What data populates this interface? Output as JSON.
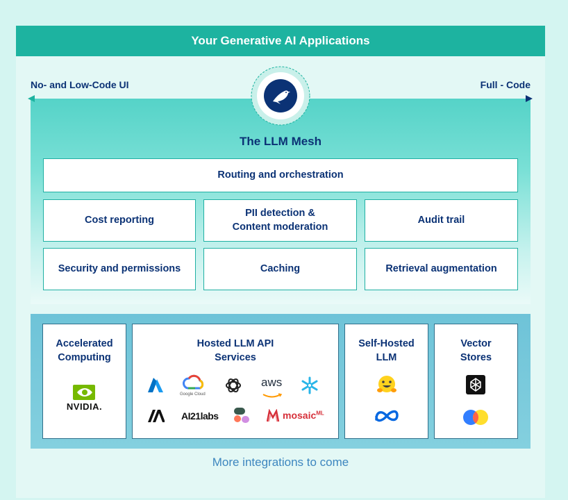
{
  "banner": {
    "title": "Your Generative AI Applications"
  },
  "spectrum": {
    "left_label": "No- and Low-Code UI",
    "right_label": "Full - Code"
  },
  "mesh": {
    "title": "The LLM Mesh",
    "routing": "Routing and orchestration",
    "cells": [
      "Cost reporting",
      "PII detection &\nContent moderation",
      "Audit trail",
      "Security and permissions",
      "Caching",
      "Retrieval augmentation"
    ]
  },
  "infra": {
    "cards": [
      {
        "title": "Accelerated\nComputing",
        "logos": [
          "nvidia-logo"
        ]
      },
      {
        "title": "Hosted LLM API\nServices",
        "logos": [
          "azure-logo",
          "google-cloud-logo",
          "openai-logo",
          "aws-logo",
          "snowflake-logo",
          "anthropic-logo",
          "ai21-labs-logo",
          "cohere-logo",
          "mosaicml-logo"
        ]
      },
      {
        "title": "Self-Hosted\nLLM",
        "logos": [
          "hugging-face-logo",
          "meta-logo"
        ]
      },
      {
        "title": "Vector\nStores",
        "logos": [
          "pinecone-logo",
          "chroma-logo"
        ]
      }
    ],
    "logo_text": {
      "nvidia": "NVIDIA.",
      "google": "Google Cloud",
      "aws": "aws",
      "ai21": "AI21labs",
      "mosaic": "mosaic",
      "mosaic_ml": "ML"
    }
  },
  "footer": {
    "more": "More integrations to come"
  },
  "colors": {
    "teal": "#1db3a0",
    "navy": "#0b3275",
    "card_border": "#2f6f8a",
    "link_blue": "#3d86bf"
  }
}
